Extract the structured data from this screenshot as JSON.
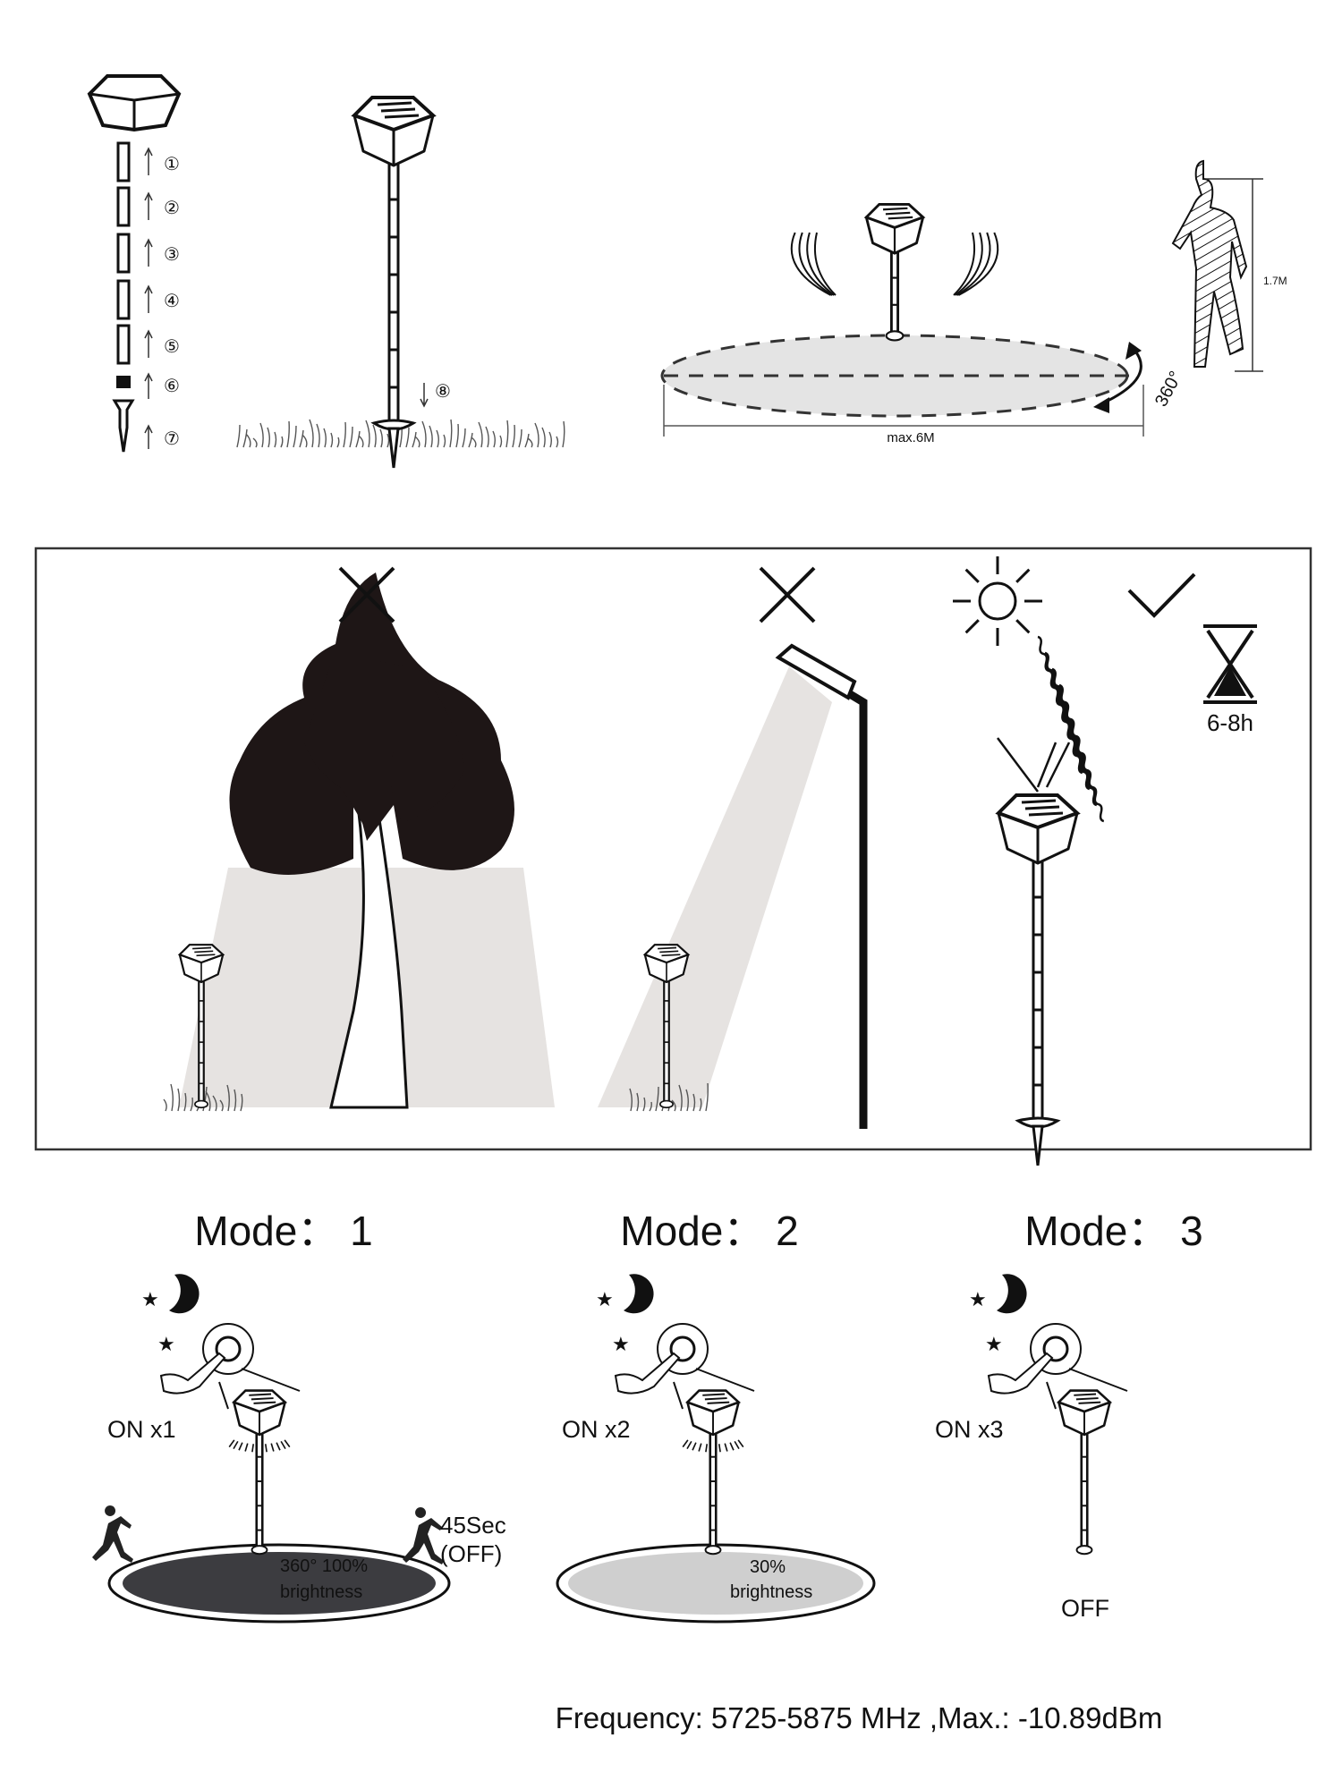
{
  "assembly": {
    "steps": [
      "①",
      "②",
      "③",
      "④",
      "⑤",
      "⑥",
      "⑦"
    ],
    "install_step": "⑧"
  },
  "sensor": {
    "range_label": "max.6M",
    "height_label": "1.7M",
    "angle_label": "360°"
  },
  "placement": {
    "charge_time": "6-8h",
    "tree_ok": false,
    "streetlight_ok": false,
    "sun_ok": true
  },
  "modes": [
    {
      "title": "Mode：  1",
      "press": "ON  x1",
      "area_text_1": "360° 100%",
      "area_text_2": "brightness",
      "timeout_1": "45Sec",
      "timeout_2": "(OFF)",
      "area_color": "#3c3c40"
    },
    {
      "title": "Mode：  2",
      "press": "ON  x2",
      "area_text_1": "30%",
      "area_text_2": "brightness",
      "area_color": "#cfcfcf"
    },
    {
      "title": "Mode：  3",
      "press": "ON  x3",
      "state": "OFF"
    }
  ],
  "footer": {
    "frequency": "Frequency: 5725-5875 MHz ,Max.: -10.89dBm"
  },
  "colors": {
    "ink": "#111111",
    "shade": "#e6e3e1",
    "tree": "#1e1616"
  }
}
